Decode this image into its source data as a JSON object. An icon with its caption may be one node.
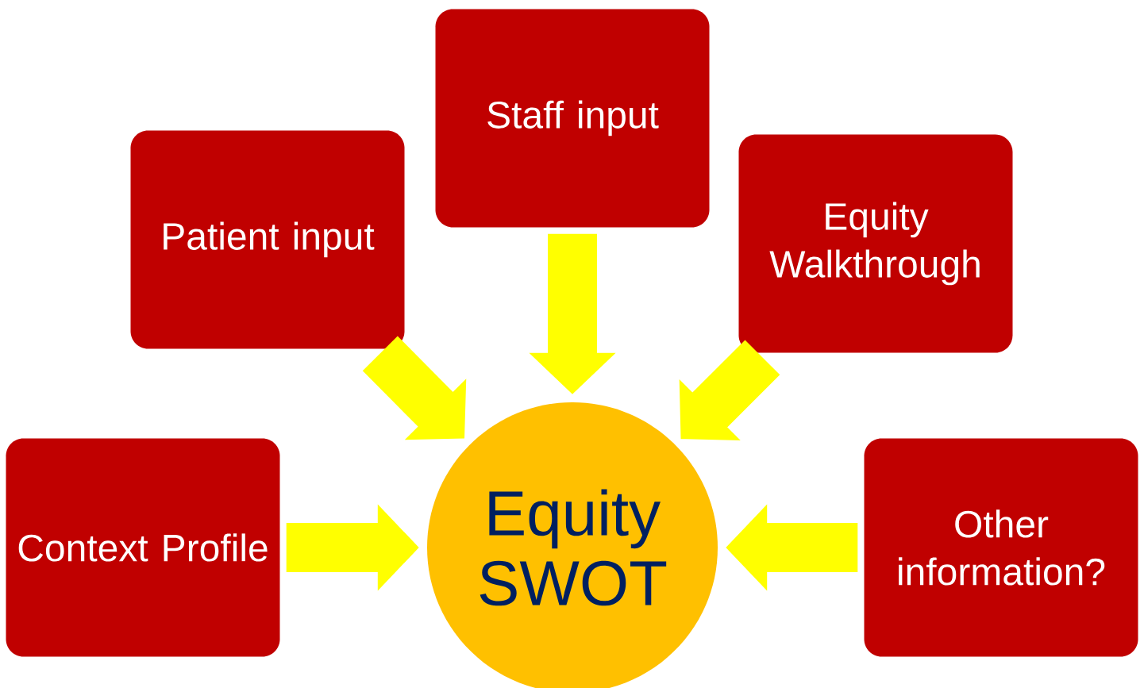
{
  "diagram": {
    "nodes": [
      {
        "text": [
          "Context Profile"
        ]
      },
      {
        "text": [
          "Patient input"
        ]
      },
      {
        "text": [
          "Staff input"
        ]
      },
      {
        "text": [
          "Equity Walkthrough"
        ]
      },
      {
        "text": [
          "Other information?"
        ]
      },
      {
        "text": [
          "Equity SWOT"
        ]
      }
    ],
    "edges": [
      {
        "from": 0,
        "to": 5,
        "arrow": "to"
      },
      {
        "from": 1,
        "to": 5,
        "arrow": "to"
      },
      {
        "from": 2,
        "to": 5,
        "arrow": "to"
      },
      {
        "from": 3,
        "to": 5,
        "arrow": "to"
      },
      {
        "from": 4,
        "to": 5,
        "arrow": "to"
      }
    ]
  }
}
